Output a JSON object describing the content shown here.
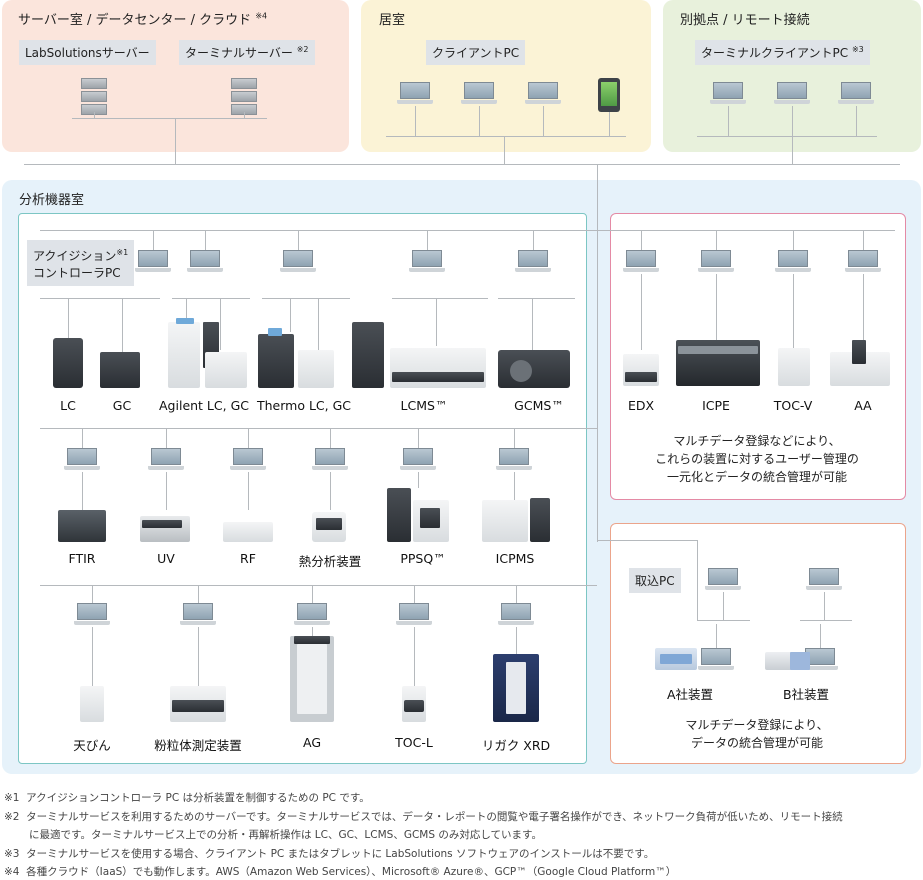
{
  "zones": {
    "server": {
      "title": "サーバー室 / データセンター / クラウド",
      "title_sup": "※4",
      "tag1": "LabSolutionsサーバー",
      "tag2": "ターミナルサーバー",
      "tag2_sup": "※2"
    },
    "home": {
      "title": "居室",
      "tag": "クライアントPC"
    },
    "remote": {
      "title": "別拠点 / リモート接続",
      "tag": "ターミナルクライアントPC",
      "tag_sup": "※3"
    },
    "lab": {
      "title": "分析機器室",
      "acq_tag_line1": "アクイジション",
      "acq_tag_sup": "※1",
      "acq_tag_line2": "コントローラPC"
    },
    "import": {
      "tag": "取込PC"
    }
  },
  "instruments": {
    "row1": [
      "LC",
      "GC",
      "Agilent LC, GC",
      "Thermo LC, GC",
      "LCMS™",
      "GCMS™"
    ],
    "row2": [
      "FTIR",
      "UV",
      "RF",
      "熱分析装置",
      "PPSQ™",
      "ICPMS"
    ],
    "row3": [
      "天びん",
      "粉粒体測定装置",
      "AG",
      "TOC-L",
      "リガク XRD"
    ],
    "multi": [
      "EDX",
      "ICPE",
      "TOC-V",
      "AA"
    ],
    "third": [
      "A社装置",
      "B社装置"
    ]
  },
  "captions": {
    "multi": [
      "マルチデータ登録などにより、",
      "これらの装置に対するユーザー管理の",
      "一元化とデータの統合管理が可能"
    ],
    "third": [
      "マルチデータ登録により、",
      "データの統合管理が可能"
    ]
  },
  "notes": [
    {
      "mark": "※1",
      "text": "アクイジションコントローラ PC は分析装置を制御するための PC です。"
    },
    {
      "mark": "※2",
      "text": "ターミナルサービスを利用するためのサーバーです。ターミナルサービスでは、データ・レポートの閲覧や電子署名操作ができ、ネットワーク負荷が低いため、リモート接続"
    },
    {
      "mark": "",
      "text": "に最適です。ターミナルサービス上での分析・再解析操作は LC、GC、LCMS、GCMS のみ対応しています。"
    },
    {
      "mark": "※3",
      "text": "ターミナルサービスを使用する場合、クライアント PC またはタブレットに LabSolutions ソフトウェアのインストールは不要です。"
    },
    {
      "mark": "※4",
      "text": "各種クラウド（IaaS）でも動作します。AWS（Amazon Web Services）、Microsoft® Azure®、GCP™（Google Cloud Platform™）"
    }
  ],
  "colors": {
    "server_bg": "#fbe5dc",
    "home_bg": "#fbf3d6",
    "remote_bg": "#e8f1dc",
    "lab_bg": "#e6f2fa",
    "teal_border": "#7cc6c4",
    "pink_border": "#e48aa5",
    "orange_border": "#eba48b"
  }
}
